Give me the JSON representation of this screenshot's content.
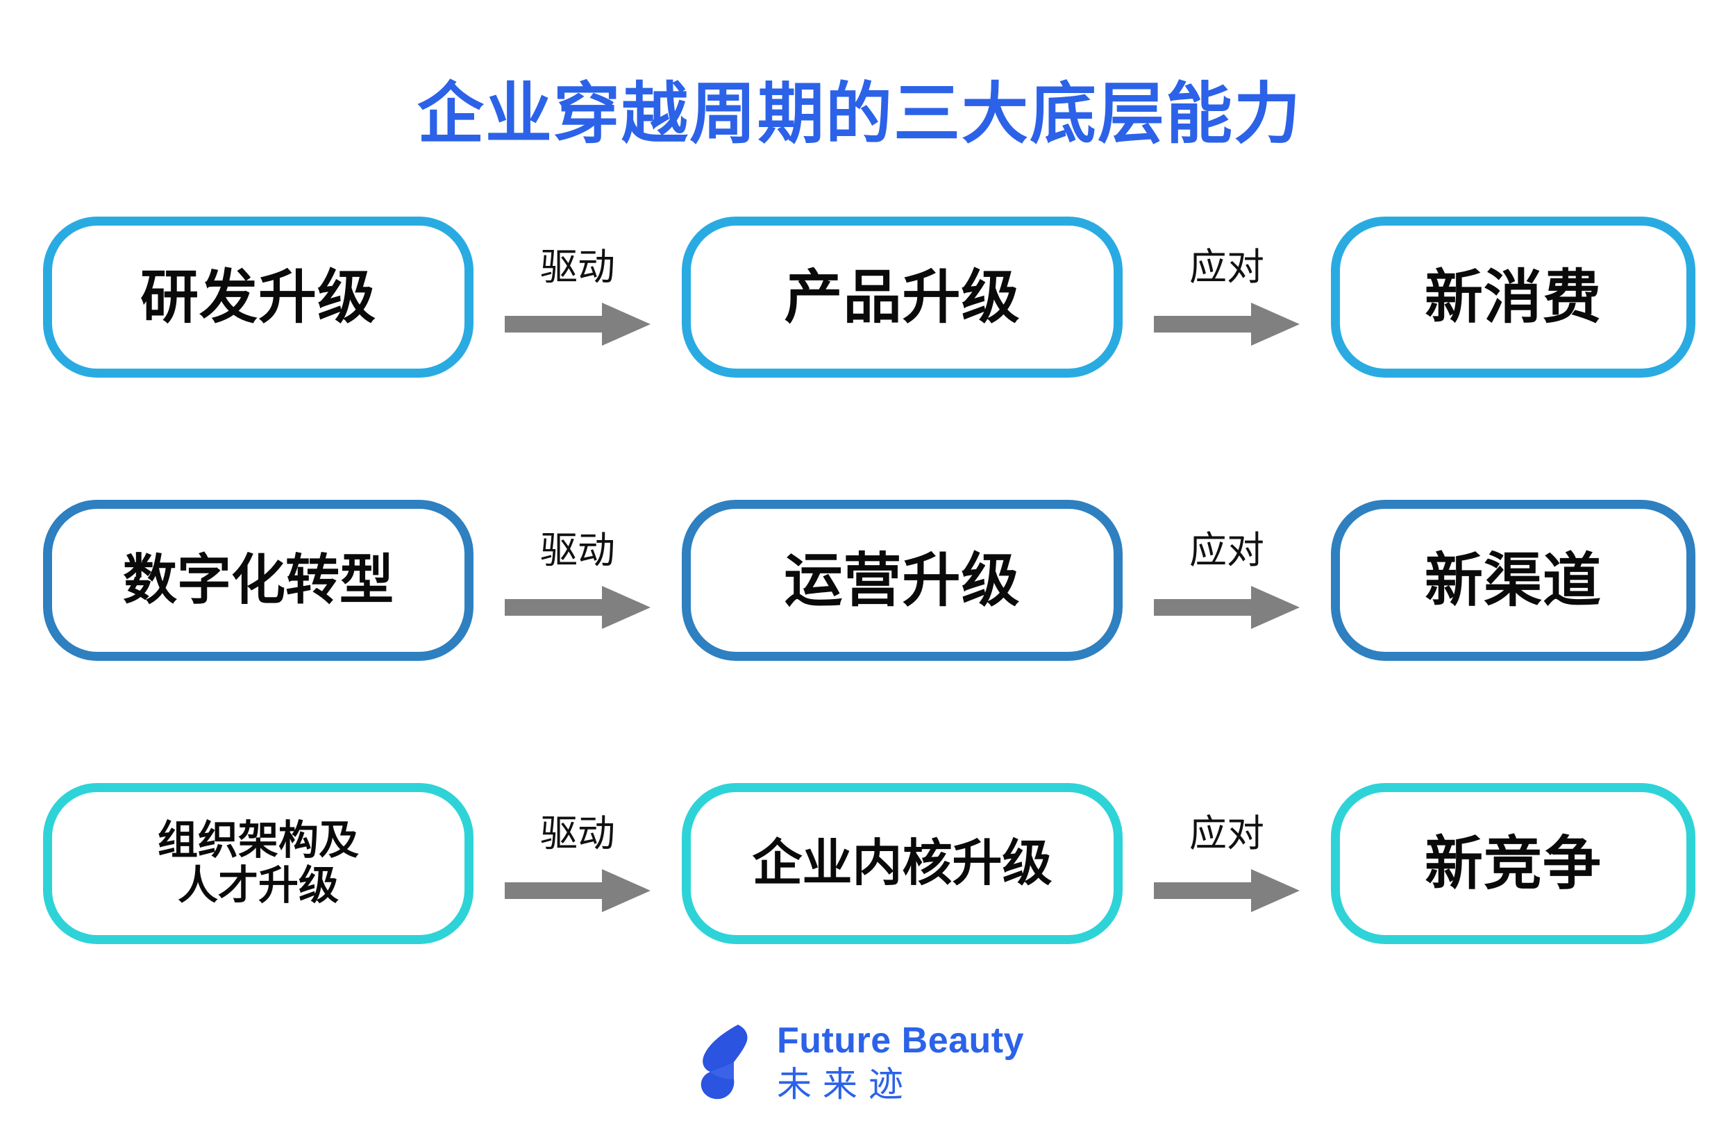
{
  "page": {
    "background_color": "#ffffff",
    "title": "企业穿越周期的三大底层能力",
    "title_color": "#2b62e8"
  },
  "palette": {
    "row1_border": "#29abe2",
    "row2_border": "#2e80c0",
    "row3_border": "#2ed3d8",
    "arrow": "#808080",
    "text": "#0a0a0a",
    "brand_blue": "#2b62e8"
  },
  "flow": {
    "rows": [
      {
        "accent": "#29abe2",
        "nodes": [
          {
            "label": "研发升级",
            "size": "xl"
          },
          {
            "label": "产品升级",
            "size": "xl"
          },
          {
            "label": "新消费",
            "size": "xl"
          }
        ],
        "connectors": [
          {
            "label": "驱动",
            "icon": "arrow-right-icon"
          },
          {
            "label": "应对",
            "icon": "arrow-right-icon"
          }
        ]
      },
      {
        "accent": "#2e80c0",
        "nodes": [
          {
            "label": "数字化转型",
            "size": "lg"
          },
          {
            "label": "运营升级",
            "size": "xl"
          },
          {
            "label": "新渠道",
            "size": "xl"
          }
        ],
        "connectors": [
          {
            "label": "驱动",
            "icon": "arrow-right-icon"
          },
          {
            "label": "应对",
            "icon": "arrow-right-icon"
          }
        ]
      },
      {
        "accent": "#2ed3d8",
        "nodes": [
          {
            "label": "组织架构及\n人才升级",
            "size": "sm"
          },
          {
            "label": "企业内核升级",
            "size": "md"
          },
          {
            "label": "新竞争",
            "size": "xl"
          }
        ],
        "connectors": [
          {
            "label": "驱动",
            "icon": "arrow-right-icon"
          },
          {
            "label": "应对",
            "icon": "arrow-right-icon"
          }
        ]
      }
    ]
  },
  "footer": {
    "logo_mark": "future-beauty-f-mark",
    "brand_en": "Future Beauty",
    "brand_cn": "未来迹",
    "brand_color": "#2b62e8"
  }
}
